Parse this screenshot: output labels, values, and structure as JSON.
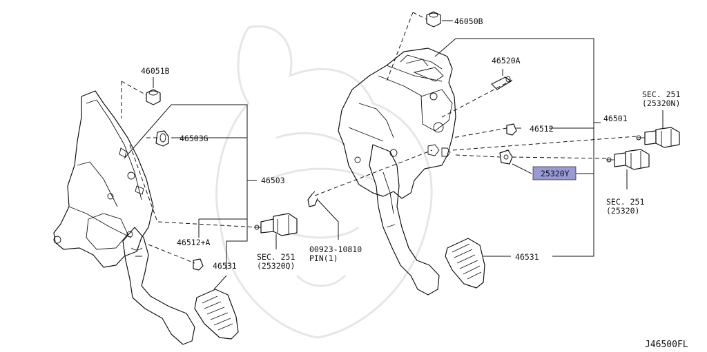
{
  "diagram_code": "J46500FL",
  "highlight_color": "#9999d6",
  "labels": {
    "p46050B": "46050B",
    "p46051B": "46051B",
    "p46520A": "46520A",
    "p46503G": "46503G",
    "p46503": "46503",
    "p46512": "46512",
    "p46501": "46501",
    "p46512A": "46512+A",
    "p46531_left": "46531",
    "p46531_right": "46531",
    "p25320Y": "25320Y",
    "pin_code": "00923-10810",
    "pin_text": "PIN(1)",
    "sec_n_line1": "SEC. 251",
    "sec_n_line2": "(25320N)",
    "sec_q_line1": "SEC. 251",
    "sec_q_line2": "(25320Q)",
    "sec_r_line1": "SEC. 251",
    "sec_r_line2": "(25320)"
  }
}
